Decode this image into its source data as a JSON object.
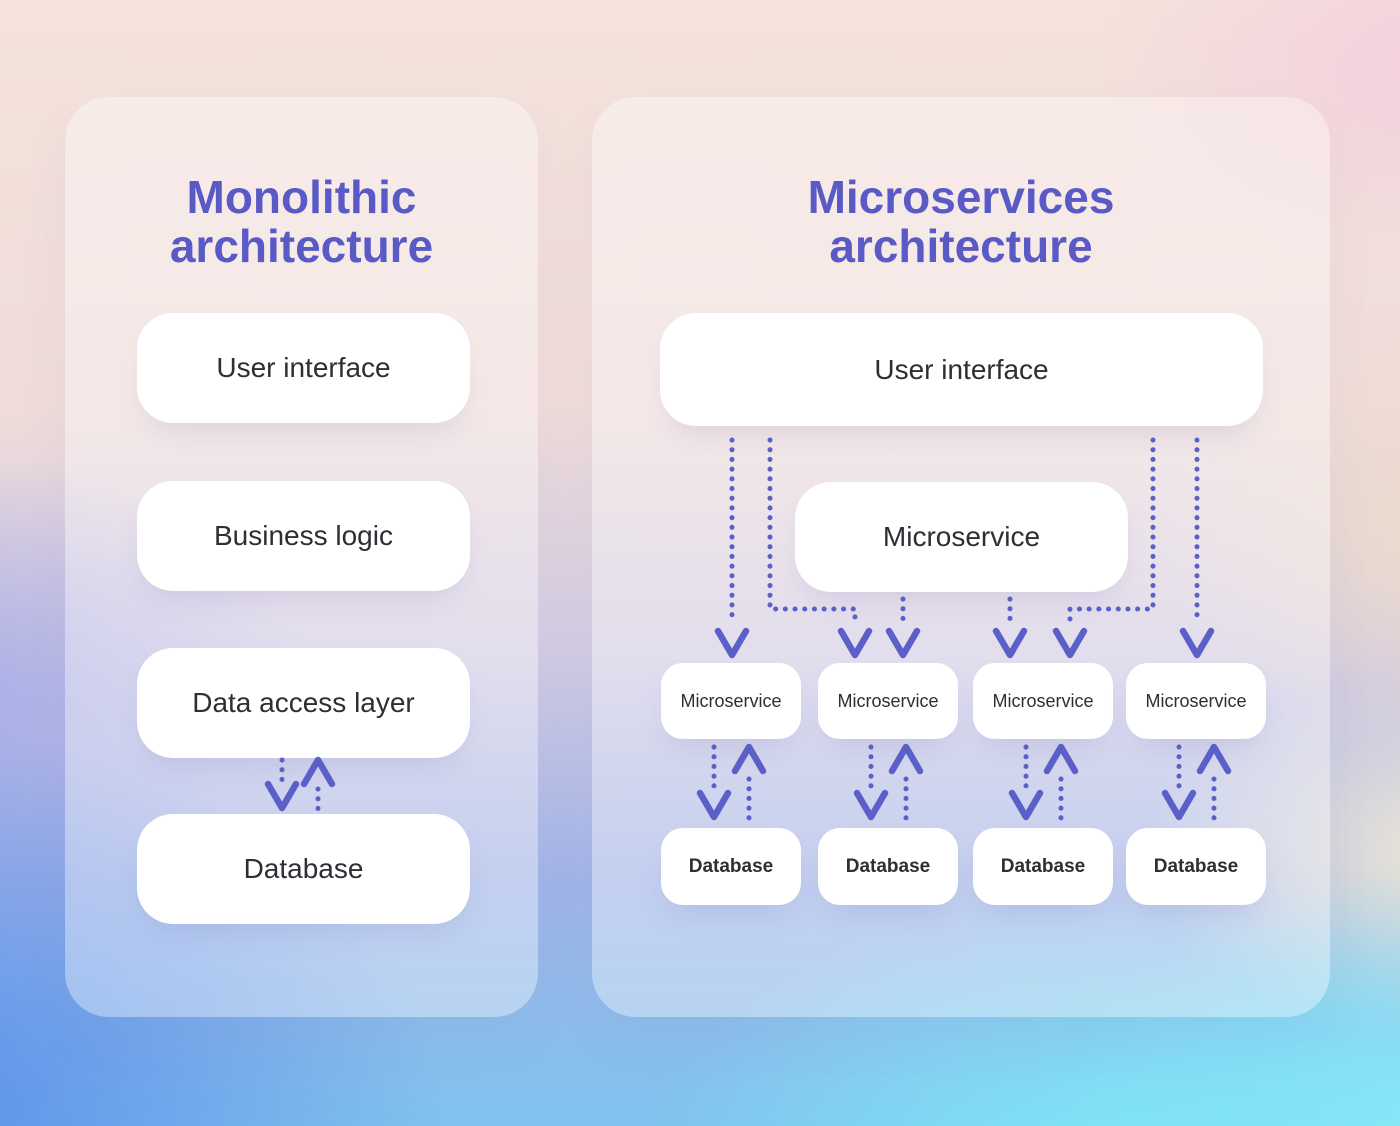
{
  "colors": {
    "accent": "#5a5ac6",
    "arrow": "#5b60c8",
    "ink": "#2e2e34",
    "box_bg": "#ffffff"
  },
  "monolithic": {
    "title_line1": "Monolithic",
    "title_line2": "architecture",
    "layers": [
      "User interface",
      "Business logic",
      "Data access layer",
      "Database"
    ]
  },
  "microservices": {
    "title_line1": "Microservices",
    "title_line2": "architecture",
    "user_interface": "User interface",
    "microservice_main": "Microservice",
    "services": [
      "Microservice",
      "Microservice",
      "Microservice",
      "Microservice"
    ],
    "databases": [
      "Database",
      "Database",
      "Database",
      "Database"
    ]
  }
}
